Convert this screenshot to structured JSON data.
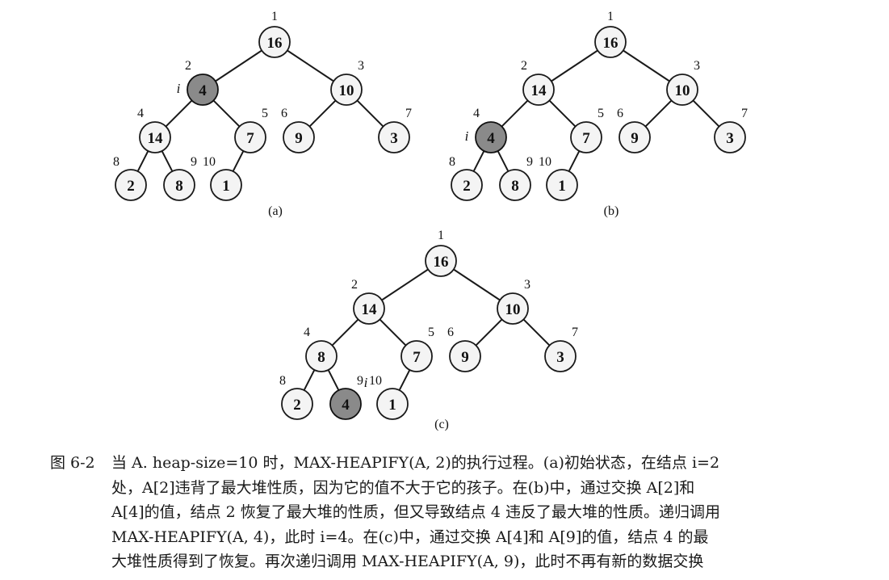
{
  "panels": [
    {
      "label": "(a)",
      "pointer_index": 2,
      "pointer_label": "i",
      "nodes": [
        {
          "index": 1,
          "value": "16"
        },
        {
          "index": 2,
          "value": "4"
        },
        {
          "index": 3,
          "value": "10"
        },
        {
          "index": 4,
          "value": "14"
        },
        {
          "index": 5,
          "value": "7"
        },
        {
          "index": 6,
          "value": "9"
        },
        {
          "index": 7,
          "value": "3"
        },
        {
          "index": 8,
          "value": "2"
        },
        {
          "index": 9,
          "value": "8"
        },
        {
          "index": 10,
          "value": "1"
        }
      ]
    },
    {
      "label": "(b)",
      "pointer_index": 4,
      "pointer_label": "i",
      "nodes": [
        {
          "index": 1,
          "value": "16"
        },
        {
          "index": 2,
          "value": "14"
        },
        {
          "index": 3,
          "value": "10"
        },
        {
          "index": 4,
          "value": "4"
        },
        {
          "index": 5,
          "value": "7"
        },
        {
          "index": 6,
          "value": "9"
        },
        {
          "index": 7,
          "value": "3"
        },
        {
          "index": 8,
          "value": "2"
        },
        {
          "index": 9,
          "value": "8"
        },
        {
          "index": 10,
          "value": "1"
        }
      ]
    },
    {
      "label": "(c)",
      "pointer_index": 9,
      "pointer_label": "i",
      "nodes": [
        {
          "index": 1,
          "value": "16"
        },
        {
          "index": 2,
          "value": "14"
        },
        {
          "index": 3,
          "value": "10"
        },
        {
          "index": 4,
          "value": "8"
        },
        {
          "index": 5,
          "value": "7"
        },
        {
          "index": 6,
          "value": "9"
        },
        {
          "index": 7,
          "value": "3"
        },
        {
          "index": 8,
          "value": "2"
        },
        {
          "index": 9,
          "value": "4"
        },
        {
          "index": 10,
          "value": "1"
        }
      ]
    }
  ],
  "caption": {
    "figure_number": "图 6-2",
    "lines": [
      "当 A. heap-size=10 时，MAX-HEAPIFY(A, 2)的执行过程。(a)初始状态，在结点 i=2",
      "处，A[2]违背了最大堆性质，因为它的值不大于它的孩子。在(b)中，通过交换 A[2]和",
      "A[4]的值，结点 2 恢复了最大堆的性质，但又导致结点 4 违反了最大堆的性质。递归调用",
      "MAX-HEAPIFY(A, 4)，此时 i=4。在(c)中，通过交换 A[4]和 A[9]的值，结点 4 的最",
      "大堆性质得到了恢复。再次递归调用 MAX-HEAPIFY(A, 9)，此时不再有新的数据交换"
    ]
  },
  "colors": {
    "node_fill": "#f4f4f4",
    "highlight_fill": "#8a8a8a",
    "stroke": "#1a1a1a"
  }
}
